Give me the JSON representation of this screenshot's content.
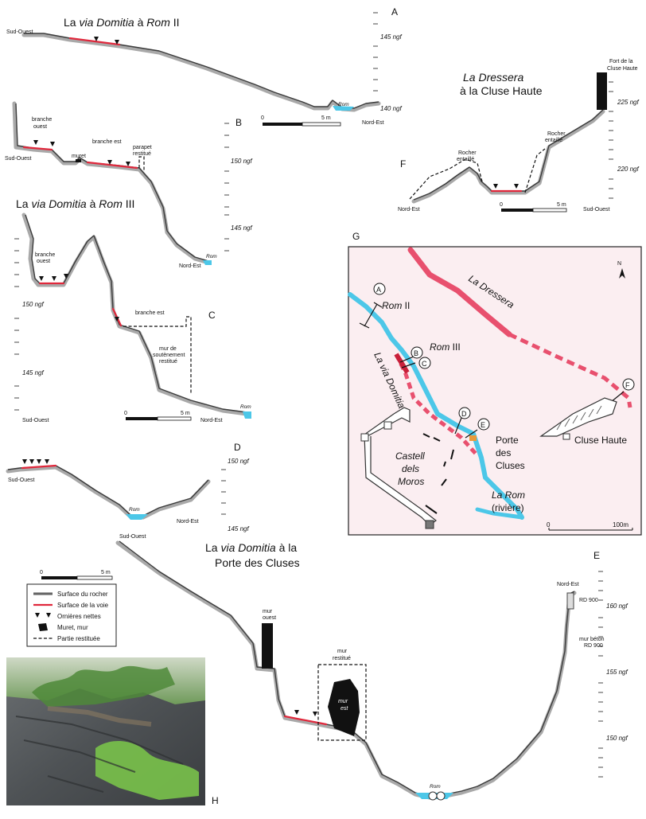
{
  "titles": {
    "rom2_pre": "La ",
    "rom2_it": "via Domitia",
    "rom2_post": " à ",
    "rom2_it2": "Rom",
    "rom2_end": " II",
    "rom3_pre": "La ",
    "rom3_it": "via Domitia",
    "rom3_post": " à ",
    "rom3_it2": "Rom",
    "rom3_end": " III",
    "dressera_it": "La Dressera",
    "dressera_2": "à la Cluse Haute",
    "porte_1_pre": "La ",
    "porte_1_it": "via Domitia",
    "porte_1_post": " à la",
    "porte_2": "Porte des Cluses"
  },
  "letters": {
    "A": "A",
    "B": "B",
    "C": "C",
    "D": "D",
    "E": "E",
    "F": "F",
    "G": "G",
    "H": "H"
  },
  "orient": {
    "so": "Sud-Ouest",
    "ne": "Nord-Est"
  },
  "ngf": {
    "a1": "145 ngf",
    "a2": "140 ngf",
    "b1": "150 ngf",
    "b2": "145 ngf",
    "c1": "150 ngf",
    "c2": "145 ngf",
    "d1": "150 ngf",
    "d2": "145 ngf",
    "e1": "160 ngf",
    "e2": "155 ngf",
    "e3": "150 ngf",
    "f1": "225 ngf",
    "f2": "220 ngf"
  },
  "labels": {
    "rom": "Rom",
    "branche_ouest_1": "branche",
    "branche_ouest_2": "ouest",
    "branche_est": "branche est",
    "muret": "muret",
    "parapet_1": "parapet",
    "parapet_2": "restitué",
    "mur_sout_1": "mur de",
    "mur_sout_2": "soutènement",
    "mur_sout_3": "restitué",
    "rocher_entaille_1": "Rocher",
    "rocher_entaille_2": "entaillé",
    "fort_1": "Fort de la",
    "fort_2": "Cluse Haute",
    "mur_ouest_1": "mur",
    "mur_ouest_2": "ouest",
    "mur_rest_1": "mur",
    "mur_rest_2": "restitué",
    "mur_est_1": "mur",
    "mur_est_2": "est",
    "rd900": "RD 900",
    "mur_beton_1": "mur béton",
    "mur_beton_2": "RD 900"
  },
  "scale": {
    "zero": "0",
    "five": "5 m",
    "map_zero": "0",
    "map_hundred": "100m"
  },
  "legend": {
    "rock": "Surface du rocher",
    "road": "Surface de la voie",
    "ruts": "Ornières nettes",
    "wall": "Muret, mur",
    "restored": "Partie restituée"
  },
  "map": {
    "north": "N",
    "rom2_it": "Rom",
    "rom2": " II",
    "rom3_it": "Rom",
    "rom3": " III",
    "dressera": "La Dressera",
    "via": "La via Domitia",
    "porte_1": "Porte",
    "porte_2": "des",
    "porte_3": "Cluses",
    "castell_1": "Castell",
    "castell_2": "dels",
    "castell_3": "Moros",
    "rom_river_it": "La Rom",
    "rom_river": "(rivière)",
    "cluse": "Cluse Haute",
    "pt_a": "A",
    "pt_b": "B",
    "pt_c": "C",
    "pt_d": "D",
    "pt_e": "E",
    "pt_f": "F"
  },
  "colors": {
    "road": "#e0283c",
    "water": "#4cc7e8",
    "map_bg": "#fbeef1",
    "dressera": "#e8506e",
    "rock": "#a9a9a9"
  }
}
